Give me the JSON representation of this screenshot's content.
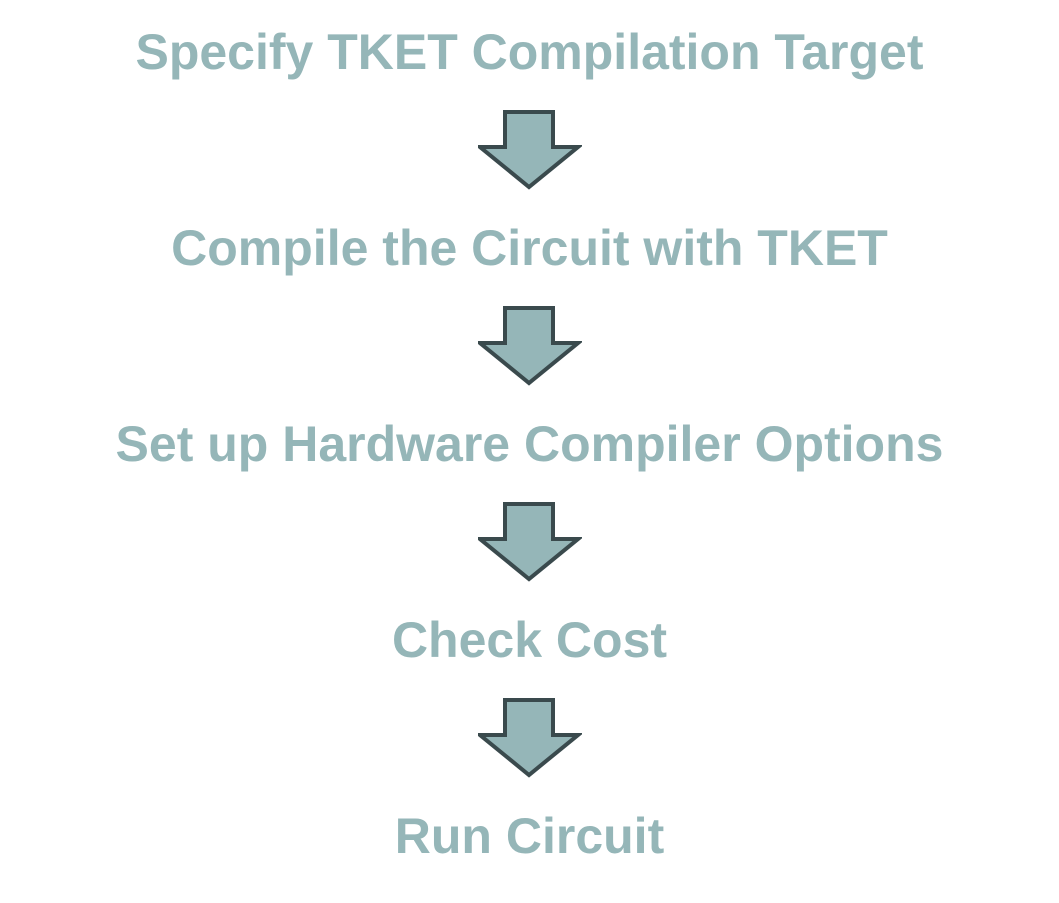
{
  "colors": {
    "text": "#95b6b8",
    "arrow_fill": "#95b6b8",
    "arrow_stroke": "#3a4a4d",
    "background": "#ffffff"
  },
  "steps": [
    {
      "label": "Specify TKET Compilation Target"
    },
    {
      "label": "Compile the Circuit with TKET"
    },
    {
      "label": "Set up Hardware Compiler Options"
    },
    {
      "label": "Check Cost"
    },
    {
      "label": "Run Circuit"
    }
  ],
  "connectors": [
    {
      "icon": "down-arrow-icon"
    },
    {
      "icon": "down-arrow-icon"
    },
    {
      "icon": "down-arrow-icon"
    },
    {
      "icon": "down-arrow-icon"
    }
  ]
}
